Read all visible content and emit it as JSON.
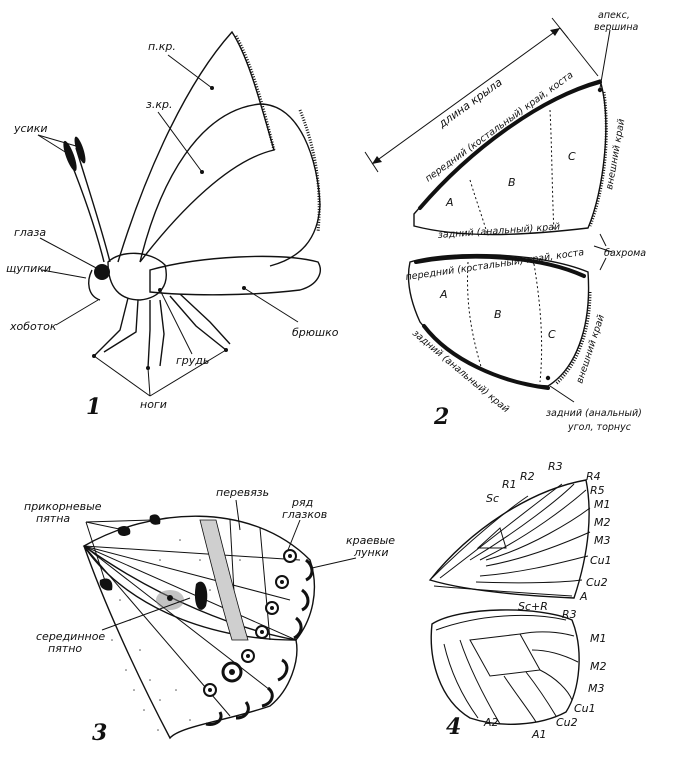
{
  "fig1": {
    "number": "1",
    "labels": {
      "pkr": "п.кр.",
      "zkr": "з.кр.",
      "usiki": "усики",
      "glaza": "глаза",
      "shchupiki": "щупики",
      "khobotok": "хоботок",
      "grud": "грудь",
      "bryushko": "брюшко",
      "nogi": "ноги"
    }
  },
  "fig2": {
    "number": "2",
    "labels": {
      "apex_1": "апекс,",
      "apex_2": "вершина",
      "dlina": "длина крыла",
      "front_edge_fw": "передний (костальный) край, коста",
      "outer_edge_fw": "внешний край",
      "rear_edge_fw": "задний (анальный) край",
      "bakhroma": "бахрома",
      "front_edge_hw": "передний (костальный) край, коста",
      "outer_edge_hw": "внешний край",
      "rear_edge_hw": "задний (анальный) край",
      "tornus_1": "задний (анальный)",
      "tornus_2": "угол, торнус",
      "fw_a": "A",
      "fw_b": "B",
      "fw_c": "C",
      "hw_a": "A",
      "hw_b": "B",
      "hw_c": "C"
    }
  },
  "fig3": {
    "number": "3",
    "labels": {
      "prikornevye_1": "прикорневые",
      "prikornevye_2": "пятна",
      "perevyaz": "перевязь",
      "ryad_1": "ряд",
      "ryad_2": "глазков",
      "kraevye_1": "краевые",
      "kraevye_2": "лунки",
      "seredinnoe_1": "серединное",
      "seredinnoe_2": "пятно"
    }
  },
  "fig4": {
    "number": "4",
    "veins_fw": {
      "sc": "Sc",
      "r1": "R1",
      "r2": "R2",
      "r3": "R3",
      "r4": "R4",
      "r5": "R5",
      "m1": "M1",
      "m2": "M2",
      "m3": "M3",
      "cu1": "Cu1",
      "cu2": "Cu2",
      "a": "A"
    },
    "veins_hw": {
      "scr": "Sc+R",
      "r3": "R3",
      "m1": "M1",
      "m2": "M2",
      "m3": "M3",
      "cu1": "Cu1",
      "cu2": "Cu2",
      "a1": "A1",
      "a2": "A2"
    }
  }
}
